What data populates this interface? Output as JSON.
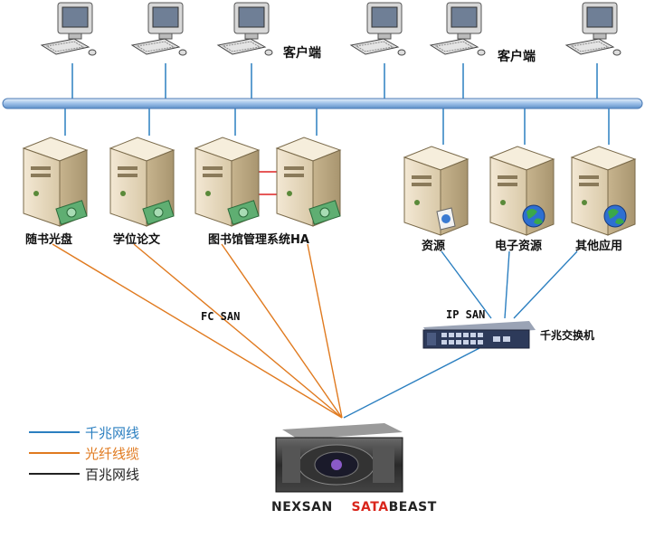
{
  "colors": {
    "gigabit": "#2b7fc0",
    "fiber": "#e07a1f",
    "hundred_mb": "#222222",
    "bus": "#8fb4e0",
    "ha_link": "#dd2222"
  },
  "labels": {
    "client_left": "客户端",
    "client_right": "客户端",
    "fc_san": "FC SAN",
    "ip_san": "IP SAN",
    "switch": "千兆交换机"
  },
  "servers": [
    {
      "label": "随书光盘",
      "icon": "money-icon"
    },
    {
      "label": "学位论文",
      "icon": "money-icon"
    },
    {
      "label": "图书馆管理系统HA",
      "icon": "money-icon"
    },
    {
      "label": "",
      "icon": "money-icon"
    },
    {
      "label": "资源",
      "icon": "package-icon"
    },
    {
      "label": "电子资源",
      "icon": "globe-icon"
    },
    {
      "label": "其他应用",
      "icon": "globe-icon"
    }
  ],
  "legend": [
    {
      "text": "千兆网线",
      "color": "#2b7fc0"
    },
    {
      "text": "光纤线缆",
      "color": "#e07a1f"
    },
    {
      "text": "百兆网线",
      "color": "#222222"
    }
  ],
  "brand": {
    "part1": "NEXSAN",
    "part2": "SATA",
    "part3": "BEAST"
  }
}
